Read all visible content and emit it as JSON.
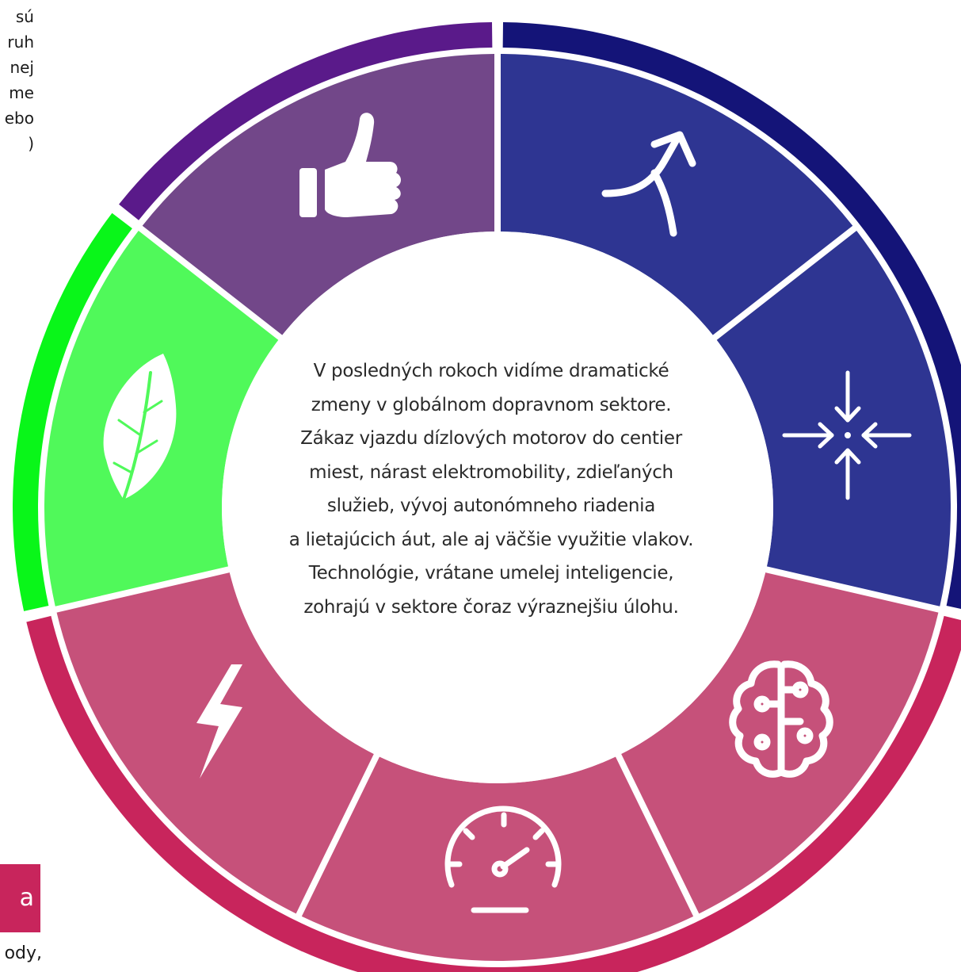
{
  "left_text_lines": [
    "sú",
    "ruh",
    "nej",
    "me",
    "ebo",
    ")"
  ],
  "left_tag": "a",
  "left_bottom": "ody,",
  "center_text": [
    "V posledných rokoch vidíme dramatické",
    "zmeny v globálnom dopravnom sektore.",
    "Zákaz vjazdu dízlových motorov do centier",
    "miest, nárast elektromobility, zdieľaných",
    "služieb, vývoj autonómneho riadenia",
    "a lietajúcich áut, ale aj väčšie využitie vlakov.",
    "Technológie, vrátane umelej inteligencie,",
    "zohrajú v sektore čoraz výraznejšiu úlohu."
  ],
  "segments": [
    {
      "icon": "thumbs-up-icon",
      "fill": "#724789",
      "ring": "#5a1a8a"
    },
    {
      "icon": "merge-arrow-icon",
      "fill": "#2e3592",
      "ring": "#141478"
    },
    {
      "icon": "converge-arrows-icon",
      "fill": "#2e3592",
      "ring": "#141478"
    },
    {
      "icon": "ai-brain-icon",
      "fill": "#c6517a",
      "ring": "#c8255c"
    },
    {
      "icon": "speedometer-icon",
      "fill": "#c6517a",
      "ring": "#c8255c"
    },
    {
      "icon": "lightning-bolt-icon",
      "fill": "#c6517a",
      "ring": "#c8255c"
    },
    {
      "icon": "leaf-icon",
      "fill": "#50f95a",
      "ring": "#09f619"
    }
  ]
}
